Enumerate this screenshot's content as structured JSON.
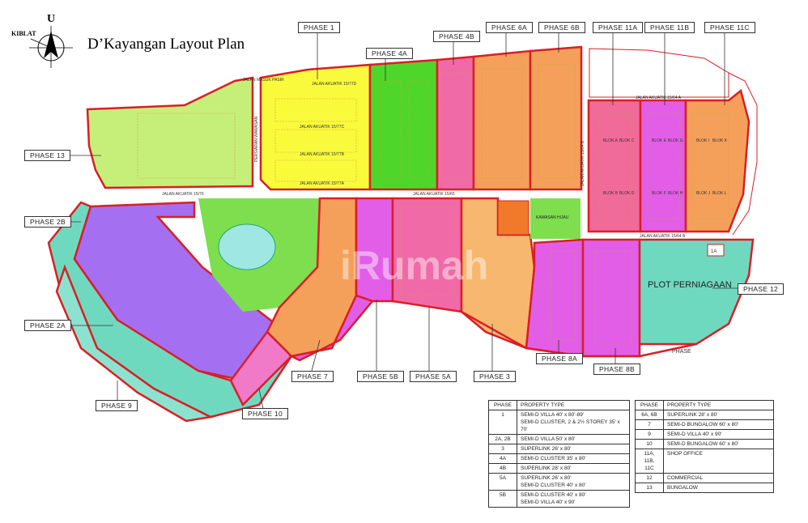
{
  "title": "D’Kayangan Layout Plan",
  "compass": {
    "north": "U",
    "qibla": "KIBLAT"
  },
  "phase_labels": {
    "p1": "PHASE 1",
    "p4a": "PHASE 4A",
    "p4b": "PHASE 4B",
    "p6a": "PHASE 6A",
    "p6b": "PHASE 6B",
    "p11a": "PHASE 11A",
    "p11b": "PHASE 11B",
    "p11c": "PHASE 11C",
    "p13": "PHASE 13",
    "p2b": "PHASE 2B",
    "p2a": "PHASE 2A",
    "p9": "PHASE 9",
    "p10": "PHASE 10",
    "p7": "PHASE 7",
    "p5b": "PHASE 5B",
    "p5a": "PHASE 5A",
    "p3": "PHASE 3",
    "p8a": "PHASE 8A",
    "p8b": "PHASE 8B",
    "p12": "PHASE 12",
    "phase_plain": "PHASE",
    "p1a": "1A"
  },
  "map_text": {
    "plot": "PLOT PERNIAGAAN",
    "roads": {
      "r65": "JALAN AKUATIK 15/65",
      "r64a": "JALAN AKUATIK 15/64 A",
      "r64b": "JALAN AKUATIK 15/64 B",
      "r64b_v": "JALAN AKUATIK 15/64 B",
      "r76": "JALAN AKUATIK 15/76",
      "r77a": "JALAN AKUATIK 15/77A",
      "r77b": "JALAN AKUATIK 15/77B",
      "r77c": "JALAN AKUATIK 15/77C",
      "r77d": "JALAN AKUATIK 15/77D",
      "persiaran": "PERSIARAN WAWASAN",
      "masuk": "JALAN MASUK PASIR"
    },
    "blocks": [
      "BLOK A",
      "BLOK C",
      "BLOK E",
      "BLOK G",
      "BLOK I",
      "BLOK K",
      "BLOK B",
      "BLOK D",
      "BLOK F",
      "BLOK H",
      "BLOK J",
      "BLOK L"
    ],
    "kawasan": "KAWASAN HIJAU",
    "watermark": "iRumah"
  },
  "legend_left": {
    "headers": [
      "PHASE",
      "PROPERTY TYPE"
    ],
    "rows": [
      {
        "phase": "1",
        "types": [
          "SEMI-D VILLA  40' x 80'-89'",
          "SEMI-D CLUSTER, 2 & 2½ STOREY  35' x 70'"
        ]
      },
      {
        "phase": "2A, 2B",
        "types": [
          "SEMI-D VILLA  50' x 80'"
        ]
      },
      {
        "phase": "3",
        "types": [
          "SUPERLINK  26' x 80'"
        ]
      },
      {
        "phase": "4A",
        "types": [
          "SEMI-D CLUSTER  35' x 80'"
        ]
      },
      {
        "phase": "4B",
        "types": [
          "SUPERLINK  28' x 80'"
        ]
      },
      {
        "phase": "5A",
        "types": [
          "SUPERLINK  26' x 80'",
          "SEMI-D CLUSTER  40' x 80'"
        ]
      },
      {
        "phase": "5B",
        "types": [
          "SEMI-D CLUSTER  40' x 80'",
          "SEMI-D VILLA  40' x 90'"
        ]
      }
    ]
  },
  "legend_right": {
    "headers": [
      "PHASE",
      "PROPERTY TYPE"
    ],
    "rows": [
      {
        "phase": "6A, 6B",
        "types": [
          "SUPERLINK  28' x 80'"
        ]
      },
      {
        "phase": "7",
        "types": [
          "SEMI-D BUNGALOW  60' x 80'"
        ]
      },
      {
        "phase": "9",
        "types": [
          "SEMI-D VILLA  40' x 90'"
        ]
      },
      {
        "phase": "10",
        "types": [
          "SEMI-D BUNGALOW  60' x 80'"
        ]
      },
      {
        "phase": "11A, 11B, 11C",
        "types": [
          "SHOP OFFICE"
        ]
      },
      {
        "phase": "12",
        "types": [
          "COMMERCIAL"
        ]
      },
      {
        "phase": "13",
        "types": [
          "BUNGALOW"
        ]
      }
    ]
  },
  "colors": {
    "border": "#d81f26",
    "yellow": "#fafa3c",
    "green": "#4fd62a",
    "pink": "#f06aa8",
    "orange": "#f5a05a",
    "magenta": "#e25ee6",
    "lightgreen": "#c6ef7a",
    "teal": "#6fd9c0",
    "purple": "#a46ff0",
    "park": "#7ede4e"
  }
}
